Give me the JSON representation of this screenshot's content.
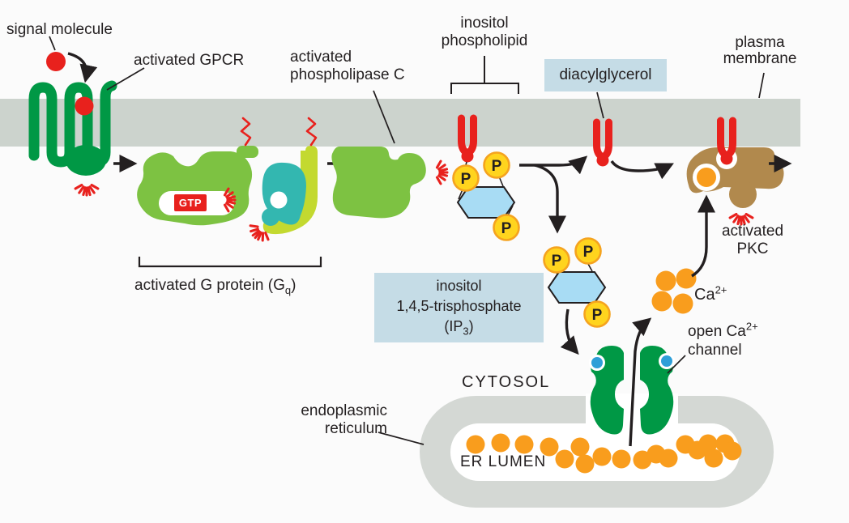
{
  "colors": {
    "background": "#fbfbfb",
    "membrane": "#ccd3cd",
    "er_wall": "#d4d8d4",
    "label_box": "#c5dce6",
    "receptor_green": "#009845",
    "g_protein_green": "#7dc242",
    "gamma_green": "#c3d930",
    "beta_teal": "#33b7b0",
    "red": "#e8211d",
    "phosphate_yellow": "#ffd41e",
    "phosphate_ring": "#f5a31f",
    "calcium_orange": "#f99d1d",
    "inositol_blue": "#a8dcf4",
    "channel_site_blue": "#2e9fd8",
    "pkc_brown": "#b1894d",
    "ink": "#231f20"
  },
  "labels": {
    "signal_molecule": "signal molecule",
    "activated_gpcr": "activated GPCR",
    "activated_plc": "activated\nphospholipase C",
    "inositol_phospholipid": "inositol\nphospholipid",
    "diacylglycerol": "diacylglycerol",
    "plasma_membrane": "plasma\nmembrane",
    "g_protein": {
      "pre": "activated G protein (G",
      "sub": "q",
      "post": ")"
    },
    "ip3_box": {
      "line1": "inositol",
      "line2": "1,4,5-trisphosphate",
      "line3_pre": "(IP",
      "line3_sub": "3",
      "line3_post": ")"
    },
    "activated_pkc": "activated\nPKC",
    "calcium": {
      "pre": "Ca",
      "sup": "2+"
    },
    "open_channel": {
      "line1_pre": "open Ca",
      "line1_sup": "2+",
      "line2": "channel"
    },
    "cytosol": "CYTOSOL",
    "endoplasmic_reticulum": "endoplasmic\nreticulum",
    "er_lumen": "ER LUMEN",
    "gtp": "GTP",
    "phosphate": "P"
  }
}
